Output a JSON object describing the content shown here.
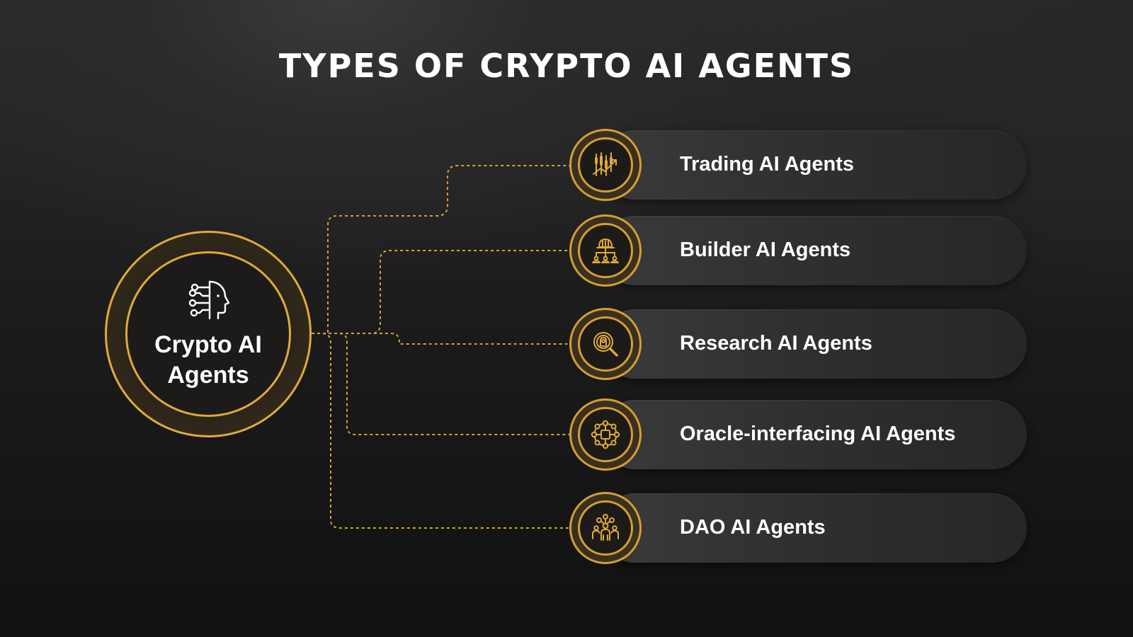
{
  "title": "TYPES OF CRYPTO AI AGENTS",
  "center": {
    "label": "Crypto AI Agents",
    "icon": "ai-head-circuit-icon"
  },
  "agents": [
    {
      "label": "Trading AI Agents",
      "icon": "trading-chart-icon"
    },
    {
      "label": "Builder AI Agents",
      "icon": "builder-hierarchy-icon"
    },
    {
      "label": "Research AI Agents",
      "icon": "research-magnifier-icon"
    },
    {
      "label": "Oracle-interfacing AI Agents",
      "icon": "oracle-network-icon"
    },
    {
      "label": "DAO AI Agents",
      "icon": "dao-community-icon"
    }
  ],
  "colors": {
    "accent": "#e0a93a",
    "connector": "#d9a035",
    "text": "#ffffff",
    "background": "#1a1a1a"
  }
}
